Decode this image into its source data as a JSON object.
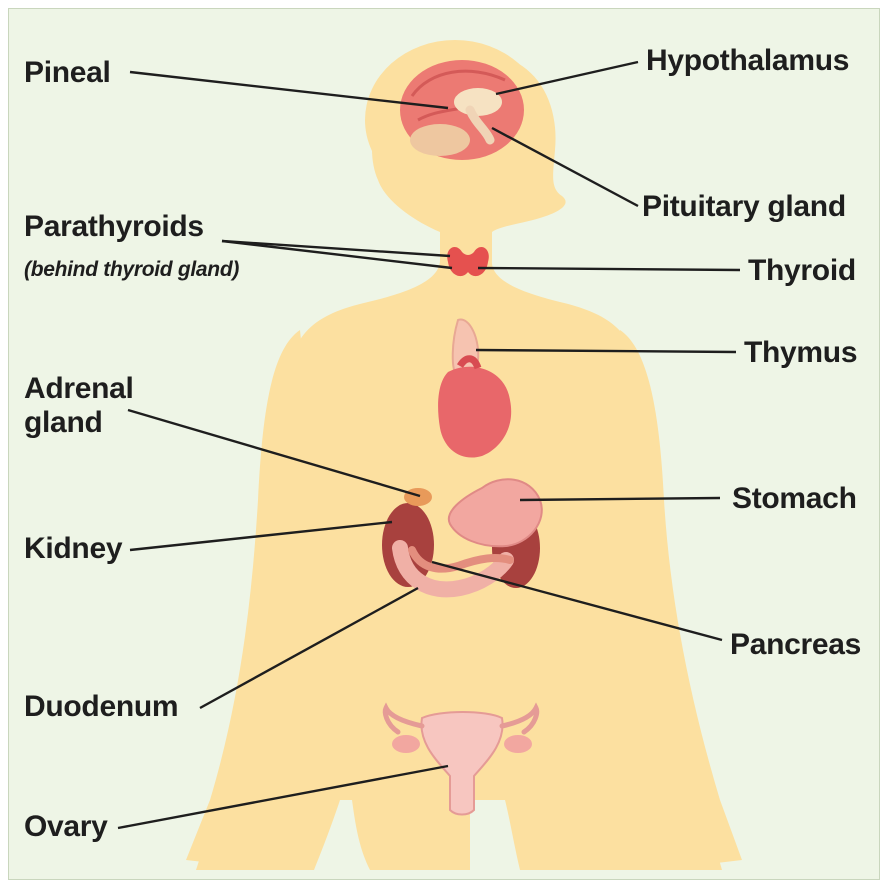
{
  "labels": {
    "pineal": "Pineal",
    "hypothalamus": "Hypothalamus",
    "pituitary": "Pituitary gland",
    "parathyroids": "Parathyroids",
    "parathyroids_note": "(behind thyroid gland)",
    "thyroid": "Thyroid",
    "thymus": "Thymus",
    "adrenal_line1": "Adrenal",
    "adrenal_line2": "gland",
    "stomach": "Stomach",
    "kidney": "Kidney",
    "pancreas": "Pancreas",
    "duodenum": "Duodenum",
    "ovary": "Ovary"
  },
  "colors": {
    "background": "#eef5e6",
    "body_silhouette": "#fce0a0",
    "leader_line": "#1e1e1e",
    "organ_red": "#e8676a",
    "organ_pink": "#f2a7a0"
  }
}
